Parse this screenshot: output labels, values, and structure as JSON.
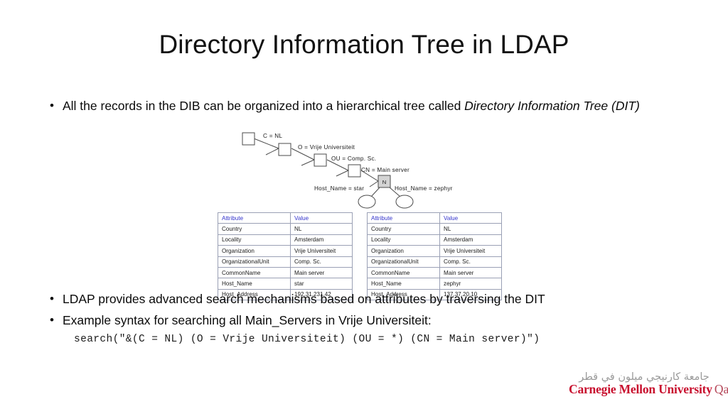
{
  "slide": {
    "title": "Directory Information Tree in LDAP"
  },
  "bullets": [
    {
      "marker": "•",
      "text_plain": "All the records in the DIB can be organized into a hierarchical tree called Directory Information Tree (DIT)",
      "text_lead": "All the records in the DIB can be organized into a hierarchical tree called ",
      "text_italic": "Directory Information Tree (DIT)"
    },
    {
      "marker": "•",
      "text_plain": "LDAP provides advanced search mechanisms based on attributes by traversing the DIT"
    },
    {
      "marker": "•",
      "text_plain": "Example syntax for searching all Main_Servers in Vrije Universiteit:"
    }
  ],
  "code": {
    "search_syntax": "search(\"&(C = NL) (O = Vrije Universiteit) (OU = *) (CN = Main server)\")"
  },
  "tree": {
    "labels": {
      "country": "C = NL",
      "organization": "O = Vrije Universiteit",
      "org_unit": "OU = Comp. Sc.",
      "common_name": "CN = Main server",
      "host_left": "Host_Name = star",
      "host_right": "Host_Name = zephyr",
      "node_n": "N"
    }
  },
  "tables": {
    "headers": [
      "Attribute",
      "Value"
    ],
    "left": {
      "rows": [
        [
          "Country",
          "NL"
        ],
        [
          "Locality",
          "Amsterdam"
        ],
        [
          "Organization",
          "Vrije Universiteit"
        ],
        [
          "OrganizationalUnit",
          "Comp. Sc."
        ],
        [
          "CommonName",
          "Main server"
        ],
        [
          "Host_Name",
          "star"
        ],
        [
          "Host_Address",
          "192.31.231.42"
        ]
      ]
    },
    "right": {
      "rows": [
        [
          "Country",
          "NL"
        ],
        [
          "Locality",
          "Amsterdam"
        ],
        [
          "Organization",
          "Vrije Universiteit"
        ],
        [
          "OrganizationalUnit",
          "Comp. Sc."
        ],
        [
          "CommonName",
          "Main server"
        ],
        [
          "Host_Name",
          "zephyr"
        ],
        [
          "Host_Address",
          "137.37.20.10"
        ]
      ]
    }
  },
  "logo": {
    "arabic": "جامعة كارنيجي ميلون في قطر",
    "name_bold": "Carnegie Mellon University",
    "name_light": "Qatar"
  },
  "colors": {
    "header_blue": "#3333CC",
    "table_border": "#9AA0B5",
    "logo_red": "#C8102E",
    "logo_qatar": "#B5485A",
    "background": "#FFFFFF"
  }
}
